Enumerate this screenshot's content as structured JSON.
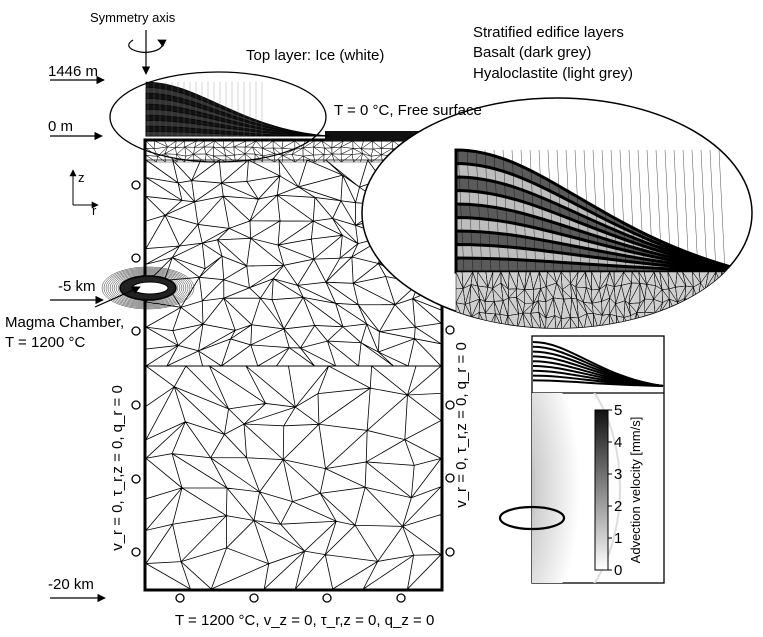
{
  "labels": {
    "symmetry_axis": "Symmetry axis",
    "top_layer": "Top layer: Ice (white)",
    "edifice_title": "Stratified edifice layers",
    "edifice_basalt": "Basalt (dark grey)",
    "edifice_hyalo": "Hyaloclastite (light grey)",
    "free_surface": "T = 0 °C, Free surface",
    "depth_top": "1446 m",
    "depth_zero": "0 m",
    "depth_5km": "-5 km",
    "depth_20km": "-20 km",
    "magma_line1": "Magma Chamber,",
    "magma_line2": "T = 1200 °C",
    "axis_z": "z",
    "axis_r": "r",
    "left_bc": "v_r = 0, τ_r,z = 0, q_r = 0",
    "right_bc": "v_r = 0, τ_r,z = 0, q_r = 0",
    "bottom_bc": "T = 1200 °C, v_z = 0, τ_r,z = 0, q_z = 0"
  },
  "colorbar": {
    "title": "Advection velocity [mm/s]",
    "ticks": [
      "0",
      "1",
      "2",
      "3",
      "4",
      "5"
    ],
    "min": 0,
    "max": 5,
    "color_low": "#ffffff",
    "color_high": "#111111"
  },
  "colors": {
    "mesh": "#000000",
    "basalt": "#5a5a5a",
    "hyaloclastite": "#bdbdbd",
    "background": "#ffffff"
  },
  "icons": [
    "rotation-arrow-icon",
    "roller-support-icon",
    "axis-arrow-icon"
  ]
}
